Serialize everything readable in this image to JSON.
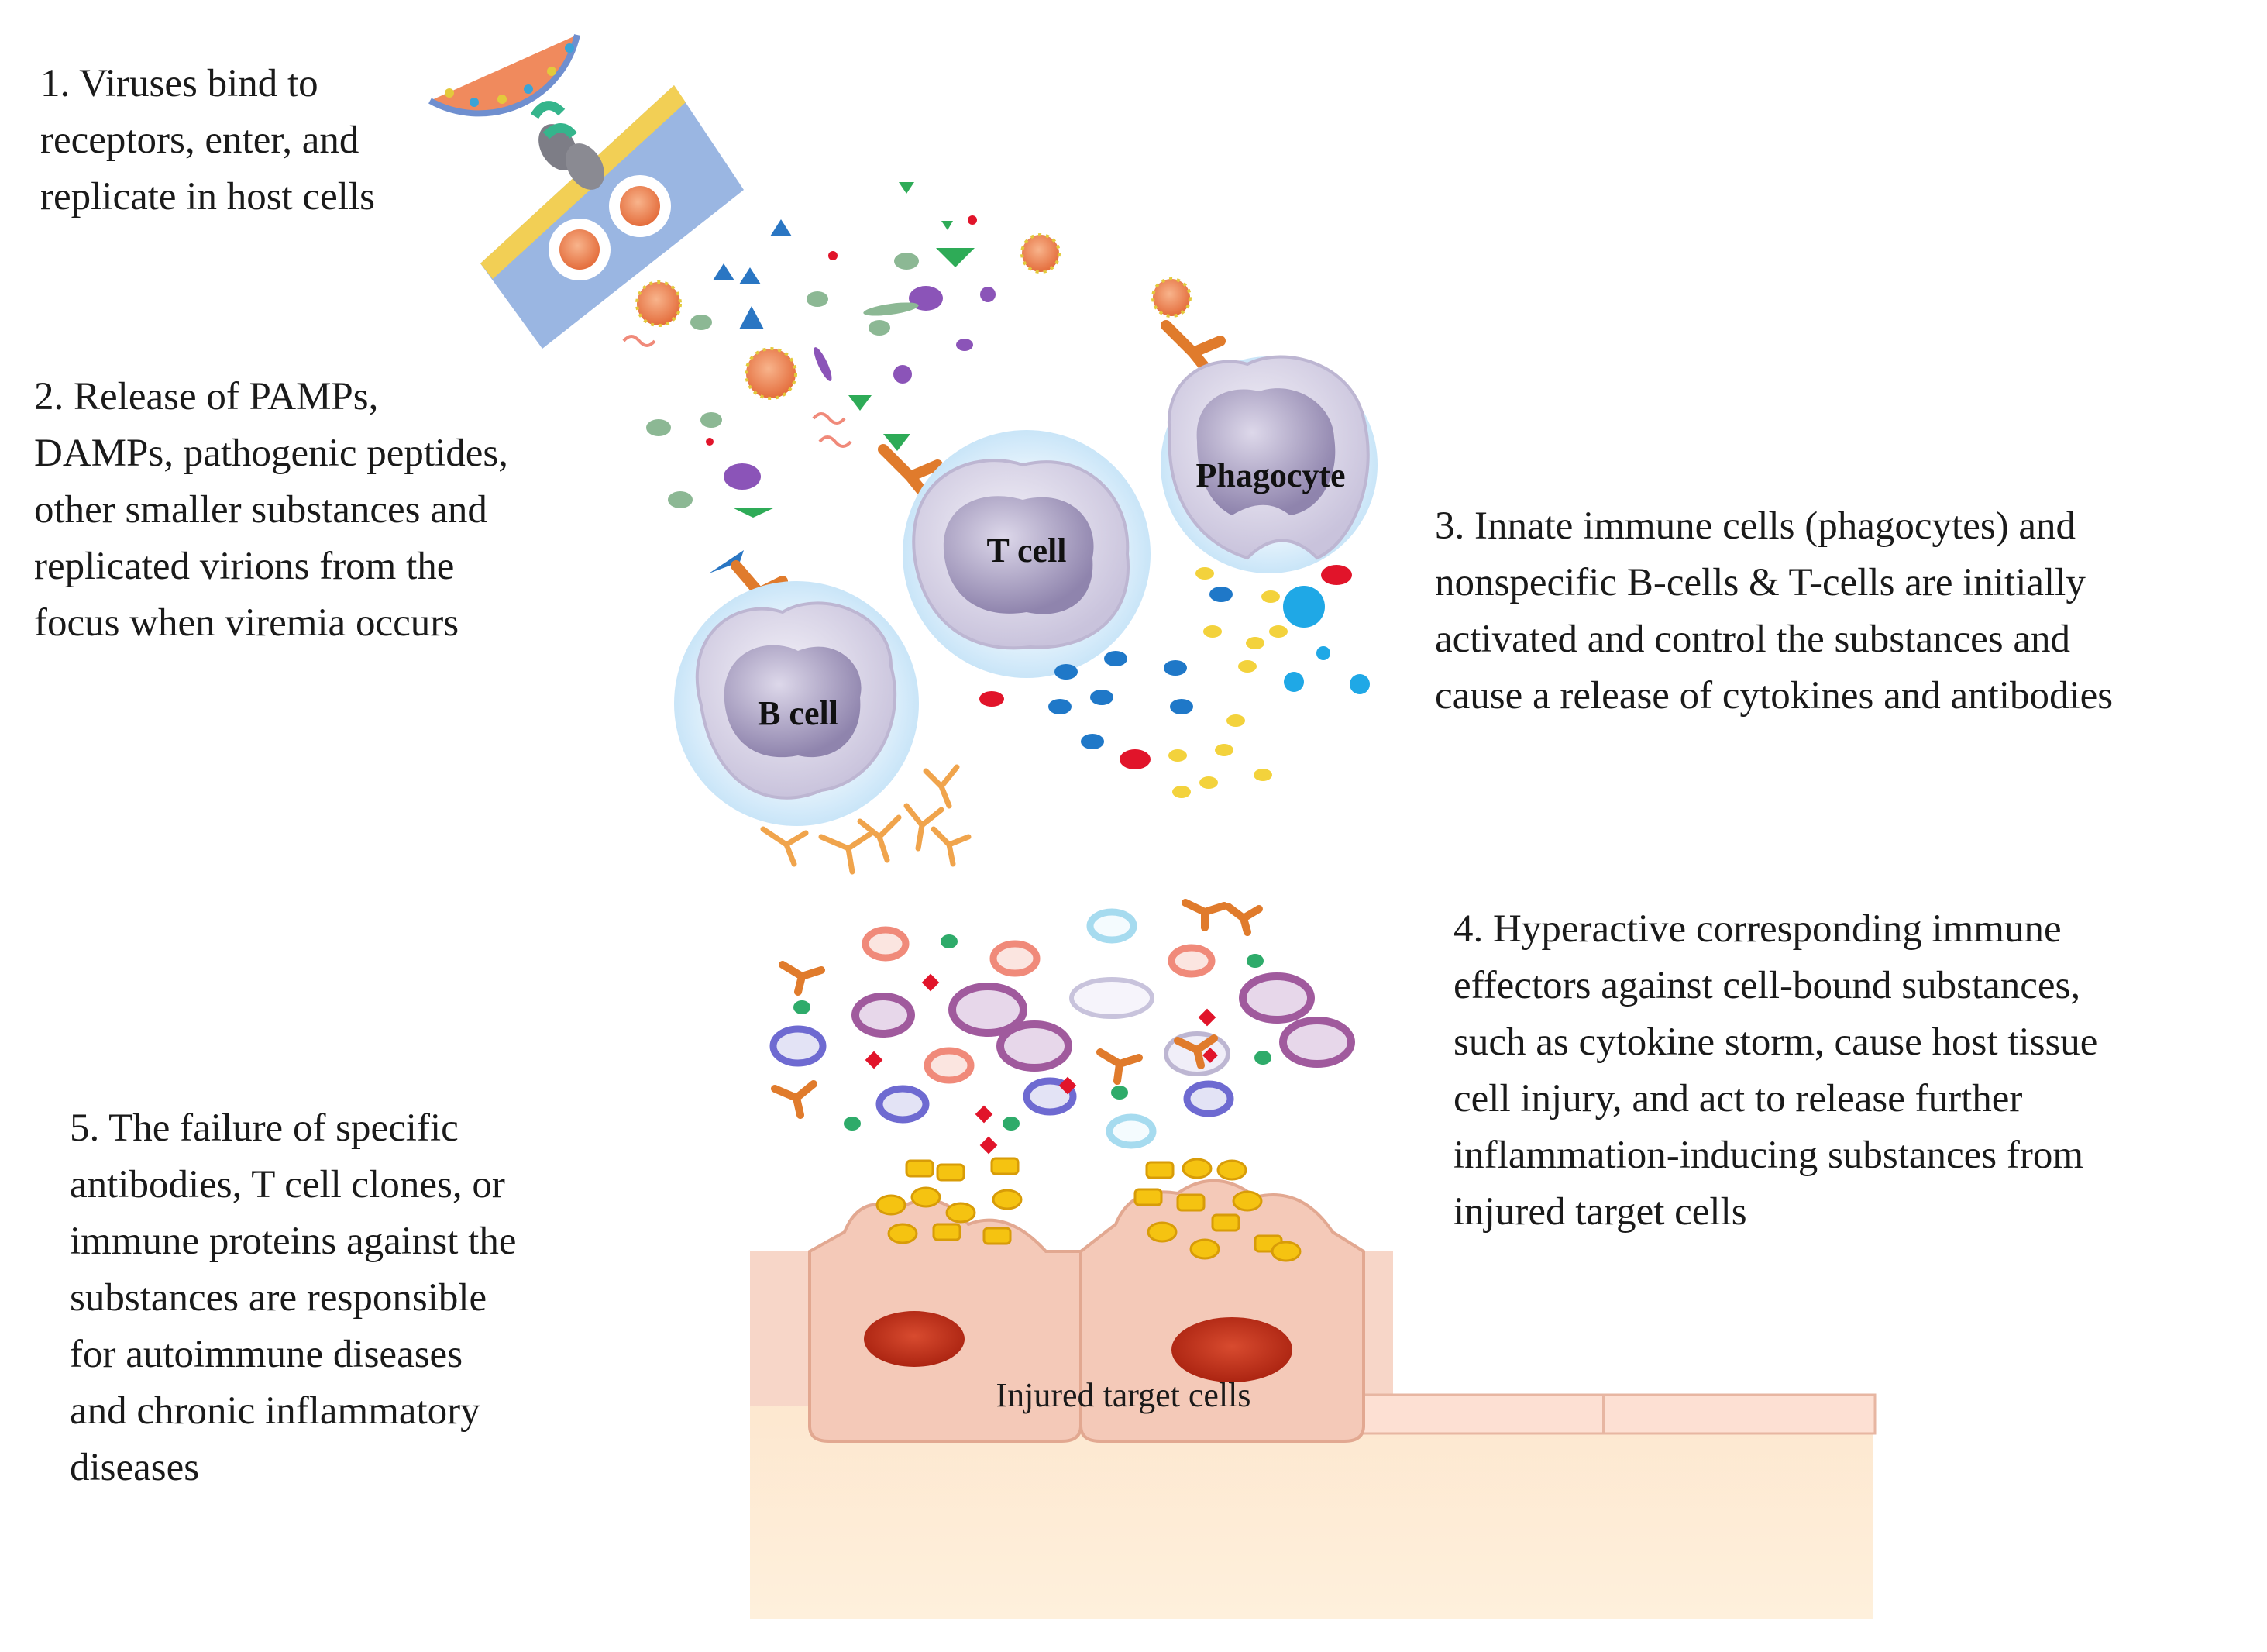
{
  "steps": [
    {
      "id": "step-1",
      "lines": [
        "1. Viruses bind to",
        "receptors, enter, and",
        "replicate in host cells"
      ]
    },
    {
      "id": "step-2",
      "lines": [
        "2. Release of PAMPs,",
        "DAMPs, pathogenic peptides,",
        "other smaller substances and",
        "replicated virions from the",
        "focus when viremia occurs"
      ]
    },
    {
      "id": "step-3",
      "lines": [
        "3. Innate immune cells (phagocytes) and",
        "nonspecific B-cells & T-cells are initially",
        "activated and control the substances and",
        "cause a release of cytokines and antibodies"
      ]
    },
    {
      "id": "step-4",
      "lines": [
        "4. Hyperactive corresponding immune",
        "effectors against cell-bound substances,",
        "such as cytokine storm, cause host tissue",
        "cell injury, and act to release further",
        "inflammation-inducing substances from",
        "injured target cells"
      ]
    },
    {
      "id": "step-5",
      "lines": [
        "5. The failure of specific",
        "antibodies, T cell clones, or",
        "immune proteins against the",
        "substances are responsible",
        "for autoimmune diseases",
        "and chronic inflammatory",
        "diseases"
      ]
    }
  ],
  "cells": {
    "b_cell": "B cell",
    "t_cell": "T cell",
    "phagocyte": "Phagocyte"
  },
  "tissue": {
    "label": "Injured target cells"
  },
  "colors": {
    "membrane_blue": "#8fb0df",
    "membrane_gold": "#f2cf55",
    "virion": "#f08a5d",
    "antibody": "#e07b2c",
    "cell_halo": "#d6ecfb",
    "cell_body": "#d9d5e8",
    "nucleus": "#a59bc0",
    "tissue_cell": "#f4c9b8",
    "tissue_nucleus": "#c8361f",
    "granule": "#f5c311",
    "cytokine_blue": "#1f78c8",
    "cytokine_yellow": "#f3d23c",
    "cytokine_red": "#e1142a"
  },
  "icons": [
    "virus-icon",
    "receptor-icon",
    "antibody-icon",
    "cytokine-dot-icon"
  ]
}
